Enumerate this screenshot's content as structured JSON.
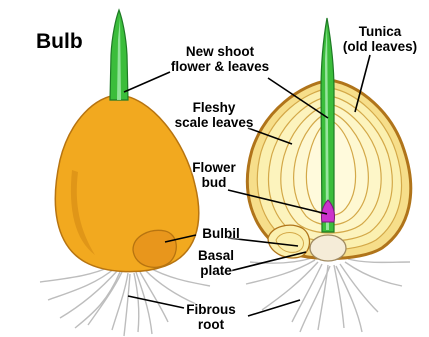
{
  "title": "Bulb",
  "labels": {
    "new_shoot": "New shoot\nflower & leaves",
    "tunica": "Tunica\n(old leaves)",
    "fleshy_scale": "Fleshy\nscale leaves",
    "flower_bud": "Flower\nbud",
    "bulbil": "Bulbil",
    "basal_plate": "Basal\nplate",
    "fibrous_root": "Fibrous\nroot"
  },
  "colors": {
    "bulb_outer": "#f2a91f",
    "bulb_shadow": "#c97f10",
    "tunica": "#c78a2a",
    "scale_fill": "#fbf3b0",
    "scale_line": "#d8b04a",
    "shoot": "#3bbd3b",
    "shoot_dark": "#1e8a2a",
    "bud": "#cc33cc",
    "root": "#c8c8c8"
  }
}
